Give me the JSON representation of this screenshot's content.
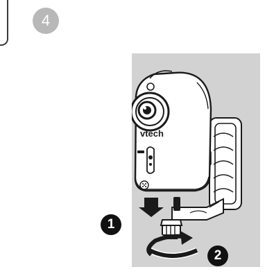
{
  "step": {
    "number": "4"
  },
  "illustration": {
    "brand_logo": "vtech",
    "callout_1": "1",
    "callout_2": "2"
  },
  "colors": {
    "step_badge": "#b8b8b8",
    "panel_background": "#d2d2d2",
    "callout": "#111111"
  }
}
